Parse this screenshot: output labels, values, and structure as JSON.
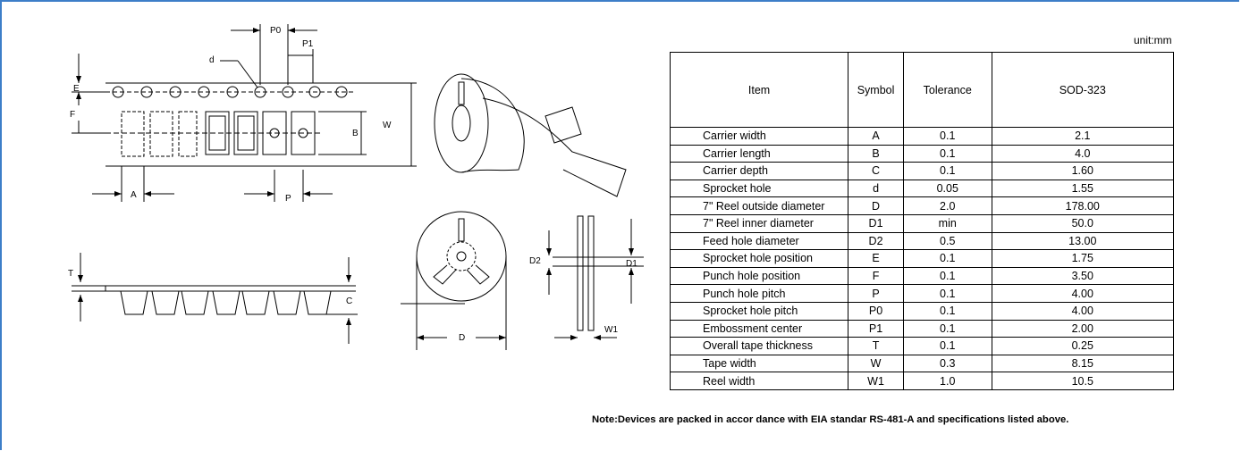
{
  "unit_label": "unit:mm",
  "table": {
    "headers": [
      "Item",
      "Symbol",
      "Tolerance",
      "SOD-323"
    ],
    "rows": [
      {
        "item": "Carrier width",
        "symbol": "A",
        "tolerance": "0.1",
        "value": "2.1"
      },
      {
        "item": "Carrier length",
        "symbol": "B",
        "tolerance": "0.1",
        "value": "4.0"
      },
      {
        "item": "Carrier depth",
        "symbol": "C",
        "tolerance": "0.1",
        "value": "1.60"
      },
      {
        "item": "Sprocket hole",
        "symbol": "d",
        "tolerance": "0.05",
        "value": "1.55"
      },
      {
        "item": "7\" Reel outside diameter",
        "symbol": "D",
        "tolerance": "2.0",
        "value": "178.00"
      },
      {
        "item": "7\" Reel inner diameter",
        "symbol": "D1",
        "tolerance": "min",
        "value": "50.0"
      },
      {
        "item": "Feed hole diameter",
        "symbol": "D2",
        "tolerance": "0.5",
        "value": "13.00"
      },
      {
        "item": "Sprocket hole position",
        "symbol": "E",
        "tolerance": "0.1",
        "value": "1.75"
      },
      {
        "item": "Punch hole position",
        "symbol": "F",
        "tolerance": "0.1",
        "value": "3.50"
      },
      {
        "item": "Punch hole pitch",
        "symbol": "P",
        "tolerance": "0.1",
        "value": "4.00"
      },
      {
        "item": "Sprocket hole pitch",
        "symbol": "P0",
        "tolerance": "0.1",
        "value": "4.00"
      },
      {
        "item": "Embossment center",
        "symbol": "P1",
        "tolerance": "0.1",
        "value": "2.00"
      },
      {
        "item": "Overall tape thickness",
        "symbol": "T",
        "tolerance": "0.1",
        "value": "0.25"
      },
      {
        "item": "Tape width",
        "symbol": "W",
        "tolerance": "0.3",
        "value": "8.15"
      },
      {
        "item": "Reel width",
        "symbol": "W1",
        "tolerance": "1.0",
        "value": "10.5"
      }
    ]
  },
  "drawing_labels": {
    "P0": "P0",
    "P1": "P1",
    "d": "d",
    "E": "E",
    "F": "F",
    "W": "W",
    "B": "B",
    "A": "A",
    "P": "P",
    "T": "T",
    "C": "C",
    "D": "D",
    "D1": "D1",
    "D2": "D2",
    "W1": "W1"
  },
  "note": "Note:Devices are packed in accor dance with EIA standar RS-481-A and specifications listed above.",
  "colors": {
    "frame": "#3d7ec8"
  }
}
